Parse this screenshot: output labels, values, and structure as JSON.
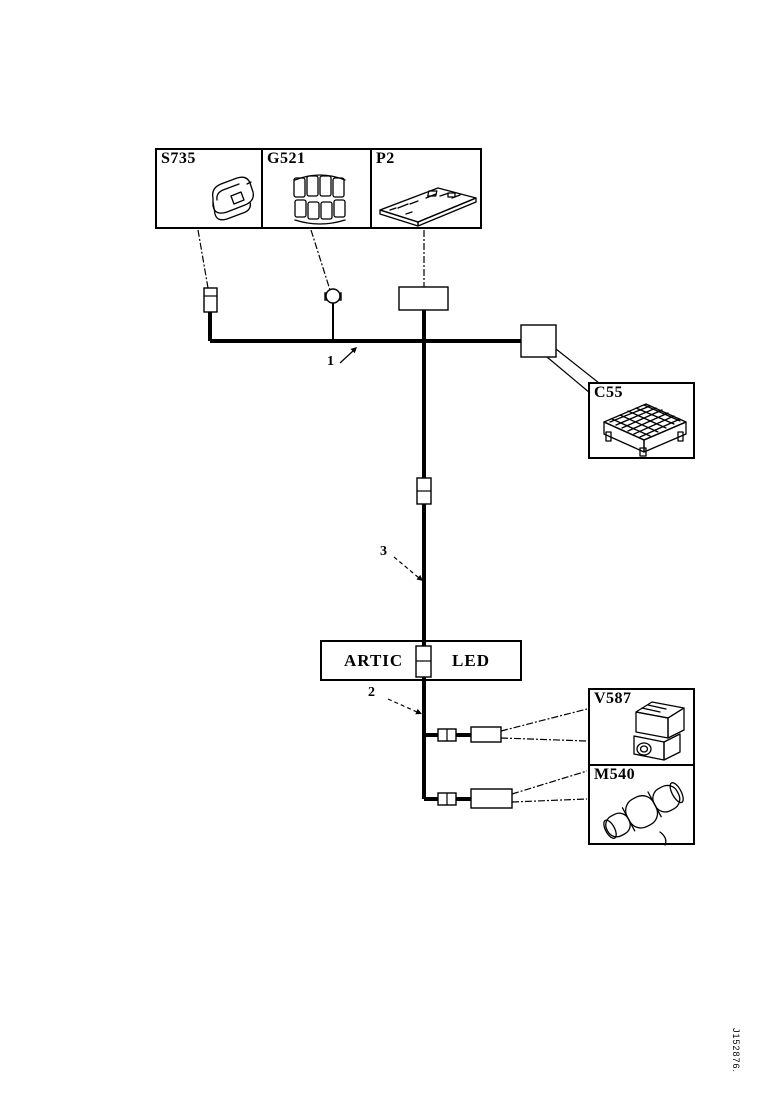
{
  "diagram": {
    "components": {
      "s735": "S735",
      "g521": "G521",
      "p2": "P2",
      "c55": "C55",
      "v587": "V587",
      "m540": "M540"
    },
    "harness_label": {
      "left": "ARTIC",
      "right": "LED"
    },
    "callouts": {
      "one": "1",
      "two": "2",
      "three": "3"
    },
    "footer_code": "J152876.",
    "colors": {
      "line": "#000000",
      "background": "#ffffff"
    },
    "icons": {
      "s735": "switch-illustration",
      "g521": "terminal-block-illustration",
      "p2": "panel-board-illustration",
      "c55": "control-unit-illustration",
      "v587": "connector-housing-illustration",
      "m540": "motor-cylinder-illustration"
    }
  }
}
